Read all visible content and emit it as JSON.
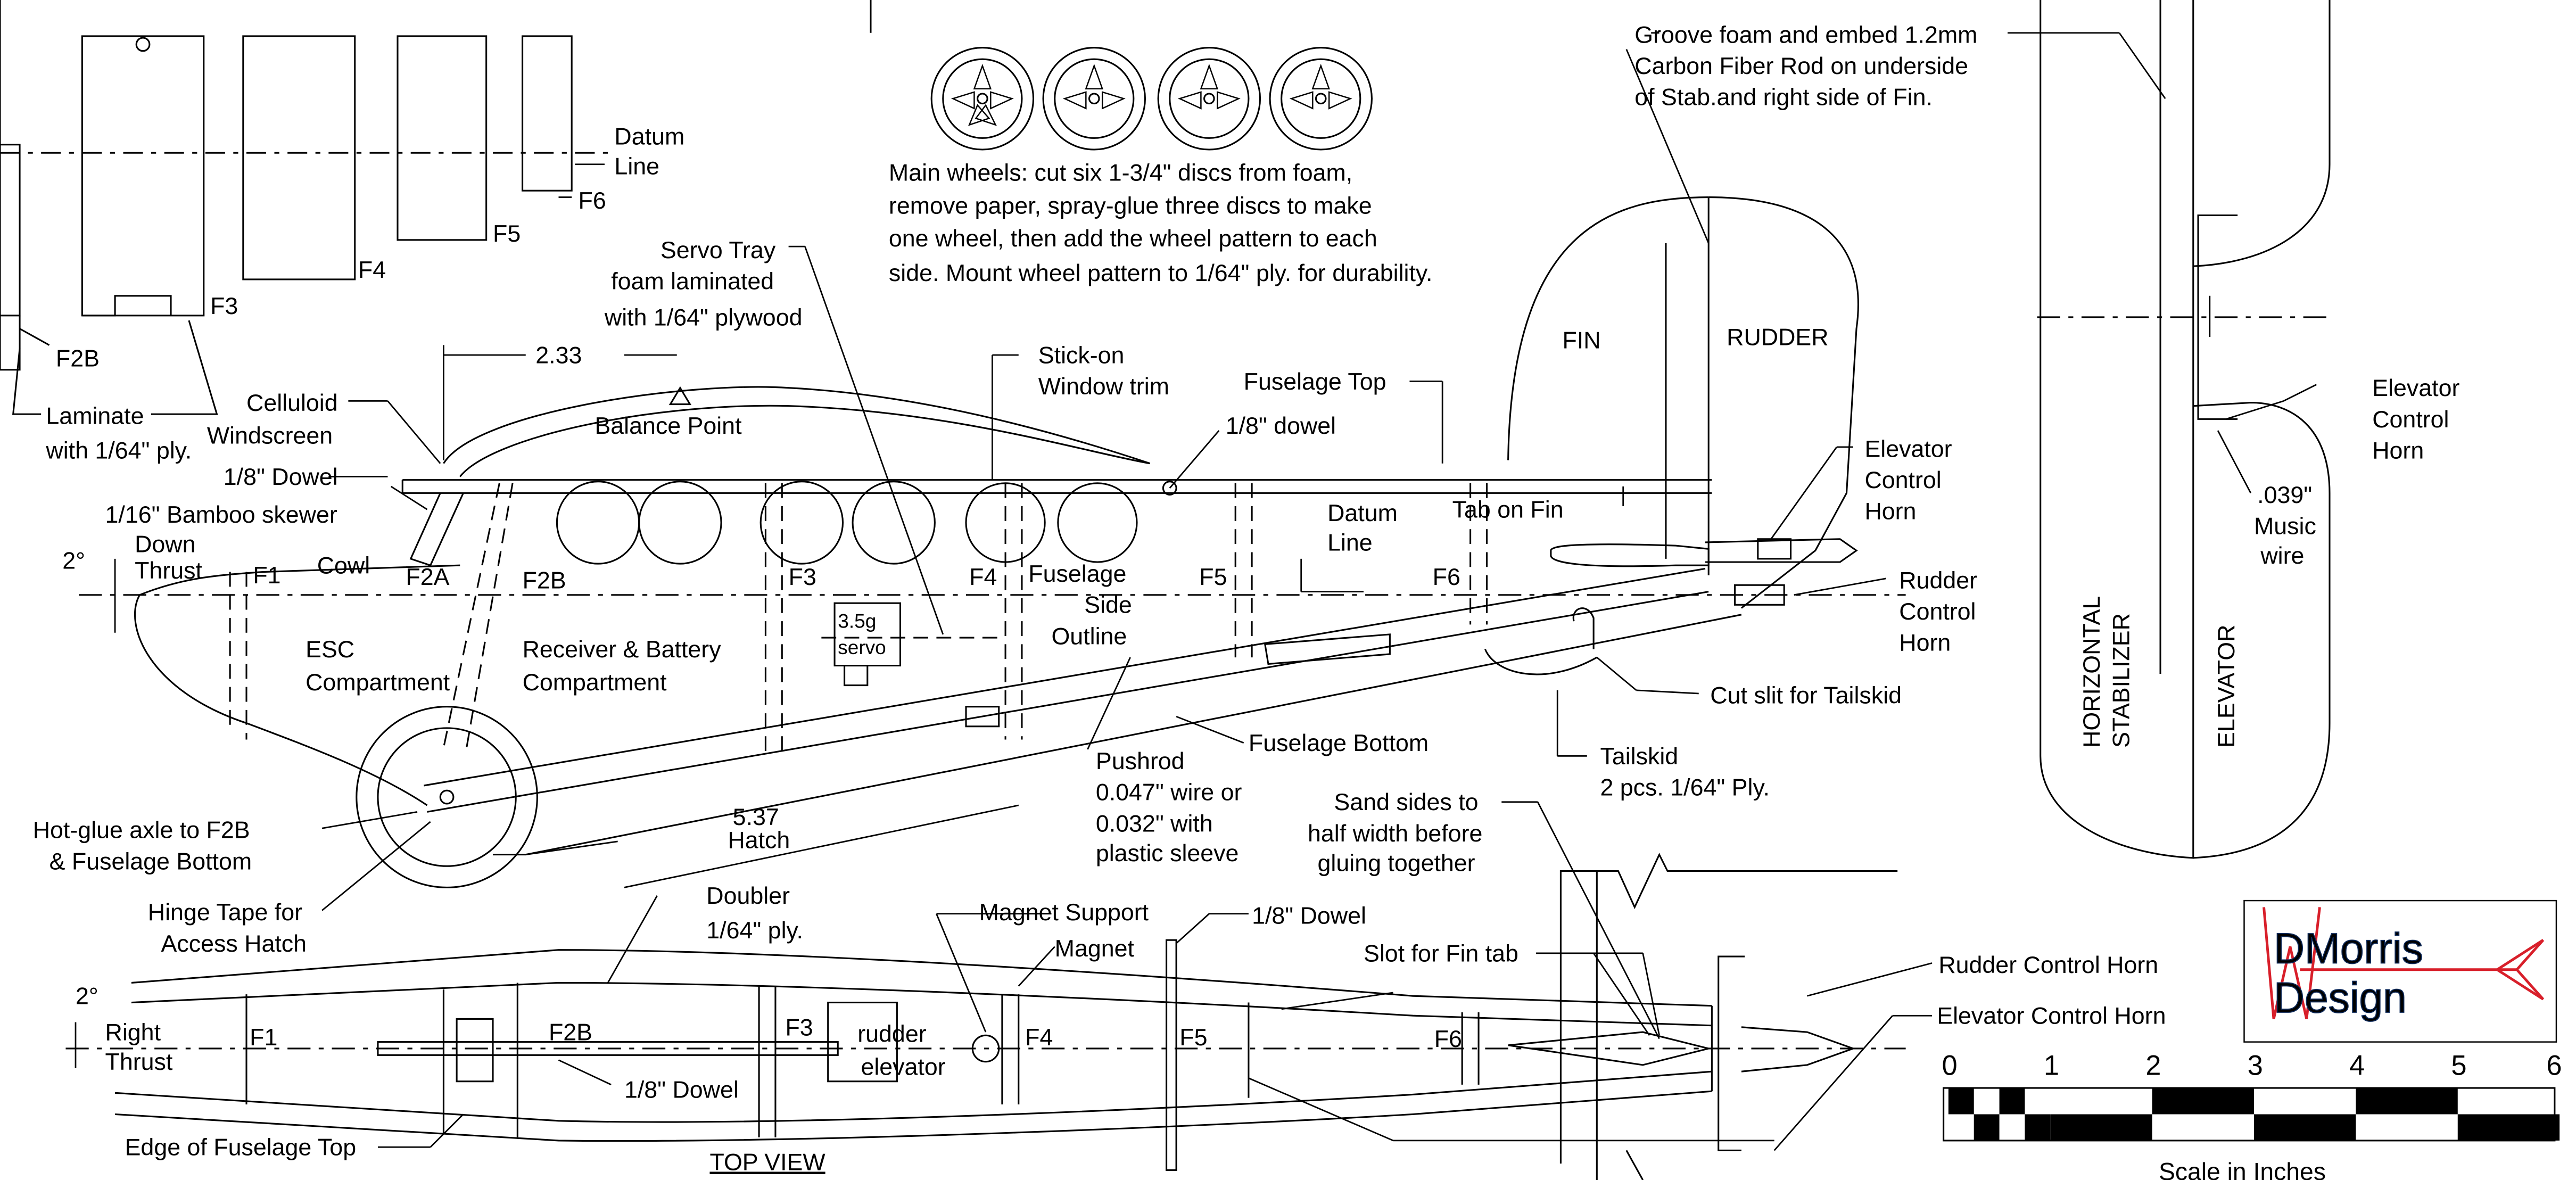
{
  "labels": {
    "datum_line_1": "Datum",
    "datum_line_2": "Line",
    "f6": "F6",
    "f5": "F5",
    "f4": "F4",
    "f3": "F3",
    "f2b": "F2B",
    "laminate_1": "Laminate",
    "laminate_2": "with 1/64\" ply.",
    "servo_tray_1": "Servo Tray",
    "servo_tray_2": "foam laminated",
    "servo_tray_3": "with 1/64\" plywood",
    "dim_233": "2.33",
    "balance_point": "Balance Point",
    "celluloid_1": "Celluloid",
    "celluloid_2": "Windscreen",
    "dowel_18": "1/8\" Dowel",
    "bamboo": "1/16\" Bamboo skewer",
    "down_thrust_1": "Down",
    "down_thrust_2": "Thrust",
    "two_deg": "2°",
    "f1": "F1",
    "cowl": "Cowl",
    "f2a": "F2A",
    "esc_1": "ESC",
    "esc_2": "Compartment",
    "receiver_1": "Receiver & Battery",
    "receiver_2": "Compartment",
    "servo_1": "3.5g",
    "servo_2": "servo",
    "stick_on_1": "Stick-on",
    "stick_on_2": "Window trim",
    "fuselage_top": "Fuselage Top",
    "dowel_top": "1/8\" dowel",
    "side_outline_1": "Fuselage",
    "side_outline_2": "Side",
    "side_outline_3": "Outline",
    "tab_on_fin": "Tab on Fin",
    "fuselage_bottom": "Fuselage Bottom",
    "pushrod_1": "Pushrod",
    "pushrod_2": "0.047\" wire or",
    "pushrod_3": "0.032\" with",
    "pushrod_4": "plastic sleeve",
    "dim_537": "5.37",
    "hatch": "Hatch",
    "hot_glue_1": "Hot-glue axle to F2B",
    "hot_glue_2": "& Fuselage Bottom",
    "hinge_1": "Hinge Tape for",
    "hinge_2": "Access Hatch",
    "wheels_1": "Main wheels: cut six 1-3/4\" discs from foam,",
    "wheels_2": "remove paper, spray-glue three discs to make",
    "wheels_3": "one wheel, then add the wheel pattern to each",
    "wheels_4": "side. Mount wheel pattern to 1/64\" ply. for durability.",
    "groove_1": "Groove foam and embed 1.2mm",
    "groove_2": "Carbon Fiber Rod on underside",
    "groove_3": "of Stab.and right side of Fin.",
    "fin": "FIN",
    "rudder": "RUDDER",
    "elev_horn_1": "Elevator",
    "elev_horn_2": "Control",
    "elev_horn_3": "Horn",
    "rudder_horn_1": "Rudder",
    "rudder_horn_2": "Control",
    "rudder_horn_3": "Horn",
    "cut_slit": "Cut slit for Tailskid",
    "tailskid_1": "Tailskid",
    "tailskid_2": "2 pcs. 1/64\" Ply.",
    "music_wire_1": ".039\"",
    "music_wire_2": "Music",
    "music_wire_3": "wire",
    "hstab_1": "HORIZONTAL",
    "hstab_2": "STABILIZER",
    "elevator": "ELEVATOR",
    "sand_1": "Sand sides to",
    "sand_2": "half width before",
    "sand_3": "gluing together",
    "doubler_1": "Doubler",
    "doubler_2": "1/64\" ply.",
    "magnet_support": "Magnet Support",
    "magnet": "Magnet",
    "dowel_18b": "1/8\" Dowel",
    "slot_fin": "Slot for Fin tab",
    "rudder_ctrl_horn": "Rudder Control Horn",
    "elev_ctrl_horn": "Elevator Control Horn",
    "right_thrust_1": "Right",
    "right_thrust_2": "Thrust",
    "rudder_lbl": "rudder",
    "elevator_lbl": "elevator",
    "dowel_18c": "1/8\" Dowel",
    "edge_fuse_top": "Edge of Fuselage Top",
    "top_view": "TOP VIEW",
    "scale_title": "Scale in Inches",
    "logo_line_1": "DMorris",
    "logo_line_2": "Design"
  },
  "scale": {
    "ticks": [
      "0",
      "1",
      "2",
      "3",
      "4",
      "5",
      "6"
    ]
  },
  "colors": {
    "ink": "#000000",
    "logo_red": "#d81f2a",
    "logo_blue": "#1f4e9a"
  }
}
